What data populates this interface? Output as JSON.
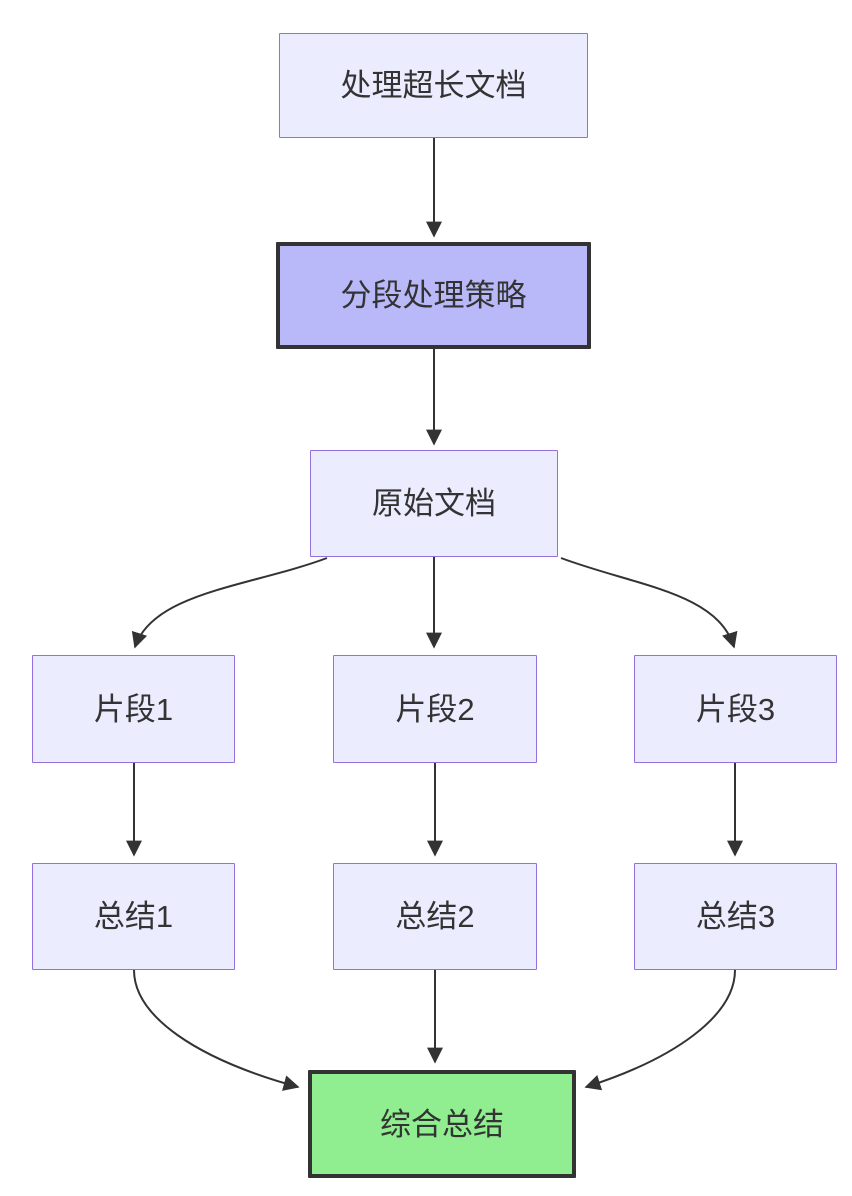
{
  "diagram": {
    "type": "flowchart",
    "direction": "top-down",
    "nodes": {
      "start": {
        "label": "处理超长文档",
        "role": "default"
      },
      "strategy": {
        "label": "分段处理策略",
        "role": "highlight"
      },
      "original": {
        "label": "原始文档",
        "role": "default"
      },
      "seg1": {
        "label": "片段1",
        "role": "default"
      },
      "seg2": {
        "label": "片段2",
        "role": "default"
      },
      "seg3": {
        "label": "片段3",
        "role": "default"
      },
      "sum1": {
        "label": "总结1",
        "role": "default"
      },
      "sum2": {
        "label": "总结2",
        "role": "default"
      },
      "sum3": {
        "label": "总结3",
        "role": "default"
      },
      "final": {
        "label": "综合总结",
        "role": "final"
      }
    },
    "edges": [
      {
        "from": "start",
        "to": "strategy"
      },
      {
        "from": "strategy",
        "to": "original"
      },
      {
        "from": "original",
        "to": "seg1"
      },
      {
        "from": "original",
        "to": "seg2"
      },
      {
        "from": "original",
        "to": "seg3"
      },
      {
        "from": "seg1",
        "to": "sum1"
      },
      {
        "from": "seg2",
        "to": "sum2"
      },
      {
        "from": "seg3",
        "to": "sum3"
      },
      {
        "from": "sum1",
        "to": "final"
      },
      {
        "from": "sum2",
        "to": "final"
      },
      {
        "from": "sum3",
        "to": "final"
      }
    ],
    "theme": {
      "node_fill": "#ECECFF",
      "node_border": "#9370DB",
      "strategy_fill": "#b9b9f9",
      "strategy_border": "#333333",
      "final_fill": "#90EE90",
      "final_border": "#333333",
      "edge_color": "#333333",
      "text_color": "#333333",
      "background": "#ffffff"
    }
  }
}
